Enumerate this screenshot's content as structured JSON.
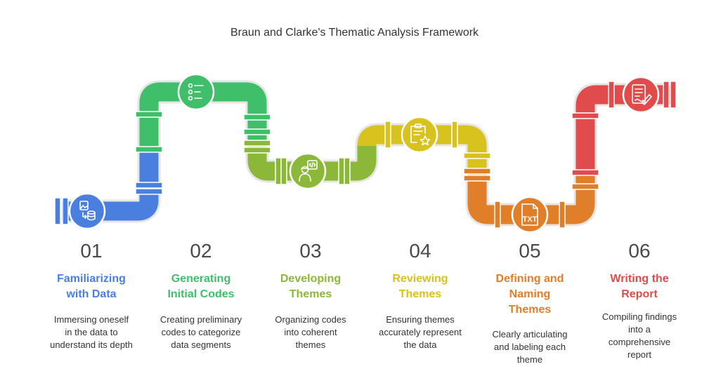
{
  "title": "Braun and Clarke's Thematic Analysis Framework",
  "steps": [
    {
      "number": "01",
      "heading_lines": [
        "Familiarizing",
        "with Data"
      ],
      "desc_lines": [
        "Immersing oneself",
        "in the data to",
        "understand its depth"
      ],
      "color": "#4a7fe0",
      "icon": "image-database-icon"
    },
    {
      "number": "02",
      "heading_lines": [
        "Generating",
        "Initial Codes"
      ],
      "desc_lines": [
        "Creating preliminary",
        "codes to categorize",
        "data segments"
      ],
      "color": "#3fbf6a",
      "icon": "code-list-icon"
    },
    {
      "number": "03",
      "heading_lines": [
        "Developing",
        "Themes"
      ],
      "desc_lines": [
        "Organizing codes",
        "into coherent",
        "themes"
      ],
      "color": "#8cb83a",
      "icon": "developer-icon"
    },
    {
      "number": "04",
      "heading_lines": [
        "Reviewing",
        "Themes"
      ],
      "desc_lines": [
        "Ensuring themes",
        "accurately represent",
        "the data"
      ],
      "color": "#d8c21e",
      "icon": "clipboard-star-icon"
    },
    {
      "number": "05",
      "heading_lines": [
        "Defining and",
        "Naming",
        "Themes"
      ],
      "desc_lines": [
        "Clearly articulating",
        "and labeling each",
        "theme"
      ],
      "color": "#e07e2a",
      "icon": "txt-file-icon"
    },
    {
      "number": "06",
      "heading_lines": [
        "Writing the",
        "Report"
      ],
      "desc_lines": [
        "Compiling findings",
        "into a",
        "comprehensive",
        "report"
      ],
      "color": "#e24b4b",
      "icon": "report-writing-icon"
    }
  ],
  "icon_text": {
    "txt_file": "TXT"
  }
}
